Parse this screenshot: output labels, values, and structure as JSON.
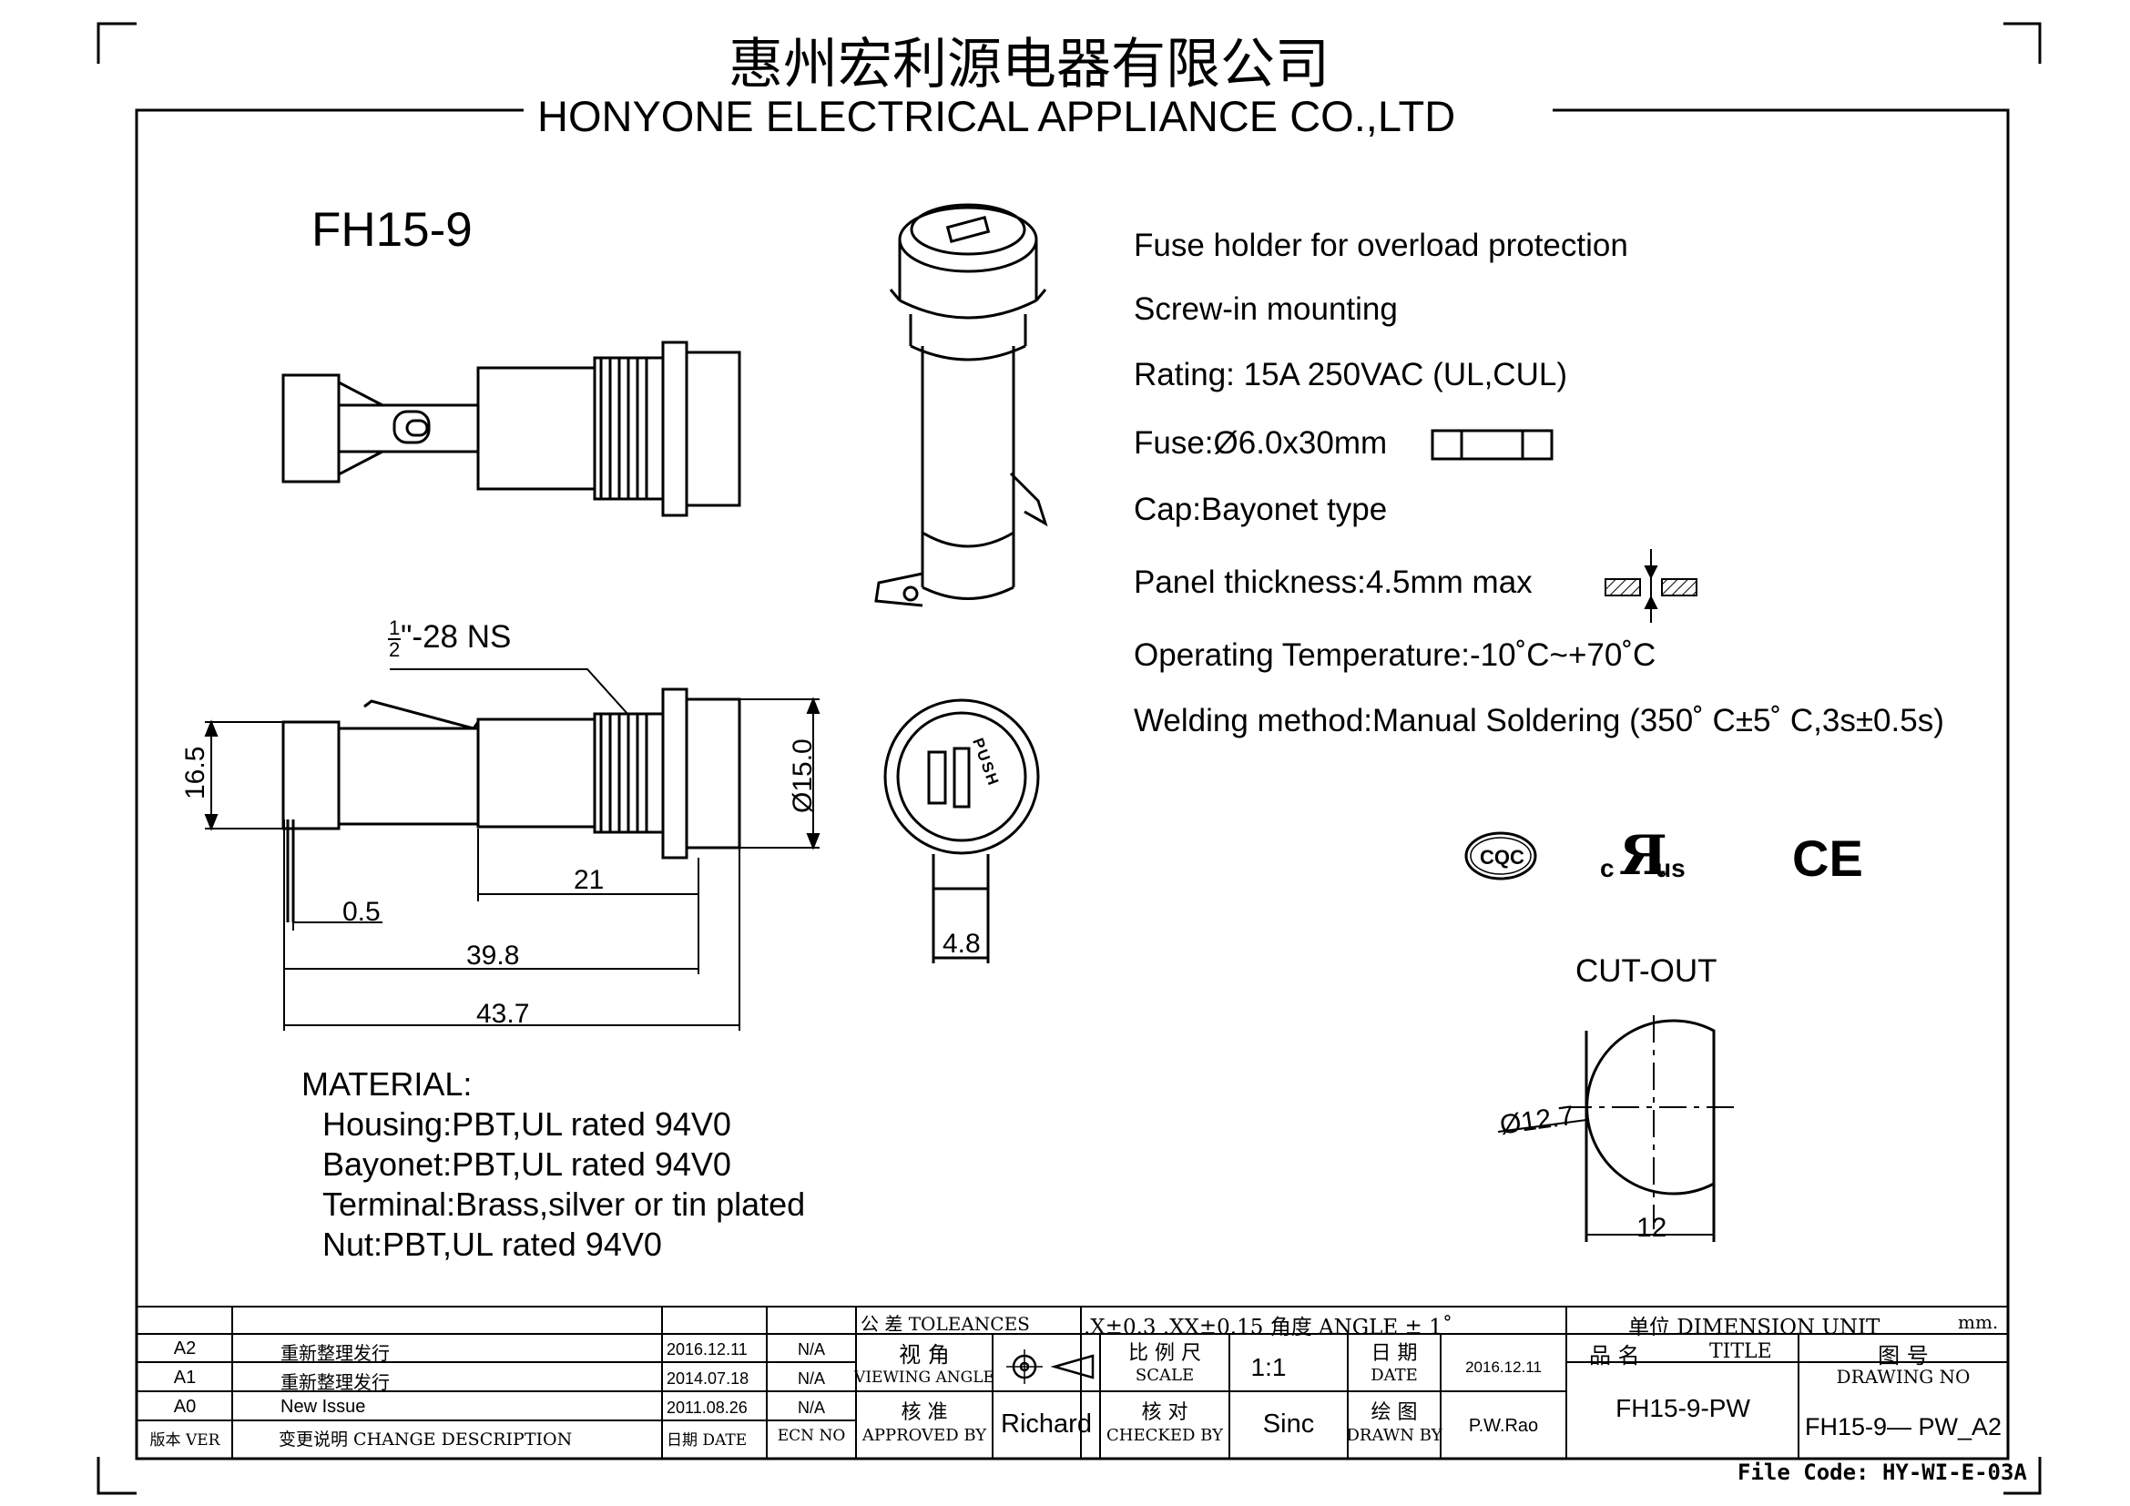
{
  "header": {
    "company_cn": "惠州宏利源电器有限公司",
    "company_en": "HONYONE ELECTRICAL APPLIANCE  CO.,LTD"
  },
  "model": "FH15-9",
  "specs": [
    "Fuse holder for overload protection",
    "Screw-in mounting",
    "Rating: 15A 250VAC (UL,CUL)",
    "Fuse:Ø6.0x30mm",
    "Cap:Bayonet type",
    "Panel thickness:4.5mm max",
    "Operating Temperature:-10˚C~+70˚C",
    "Welding method:Manual Soldering (350˚ C±5˚ C,3s±0.5s)"
  ],
  "cert": {
    "cqc": "CQC",
    "ul_c": "c",
    "ul_us": "us",
    "ce": "CE"
  },
  "dims": {
    "thread_num": "1",
    "thread_den": "2",
    "thread_rest": "\"-28 NS",
    "d165": "16.5",
    "d05": "0.5",
    "d21": "21",
    "d398": "39.8",
    "d437": "43.7",
    "d150": "Ø15.0",
    "d48": "4.8",
    "push": "PUSH"
  },
  "cutout": {
    "title": "CUT-OUT",
    "dia": "Ø12.7",
    "width": "12"
  },
  "material": {
    "title": "MATERIAL:",
    "items": [
      "Housing:PBT,UL rated 94V0",
      "Bayonet:PBT,UL rated 94V0",
      "Terminal:Brass,silver or tin plated",
      "Nut:PBT,UL rated 94V0"
    ]
  },
  "titleblock": {
    "tol_label": "公 差  TOLEANCES",
    "tol_value": ".X±0.3  .XX±0.15  角度 ANGLE ± 1˚",
    "unit_label": "单位   DIMENSION UNIT",
    "unit_value": "mm.",
    "rev_rows": [
      {
        "ver": "A2",
        "desc": "重新整理发行",
        "date": "2016.12.11",
        "ecn": "N/A"
      },
      {
        "ver": "A1",
        "desc": "重新整理发行",
        "date": "2014.07.18",
        "ecn": "N/A"
      },
      {
        "ver": "A0",
        "desc": "New Issue",
        "date": "2011.08.26",
        "ecn": "N/A"
      }
    ],
    "rev_header": {
      "ver": "版本 VER",
      "desc": "变更说明  CHANGE DESCRIPTION",
      "date": "日期 DATE",
      "ecn": "ECN NO"
    },
    "viewing_cn": "视 角",
    "viewing_en": "VIEWING ANGLE",
    "approved_cn": "核 准",
    "approved_en": "APPROVED BY",
    "approved_name": "Richard",
    "scale_cn": "比 例 尺",
    "scale_en": "SCALE",
    "scale_value": "1:1",
    "checked_cn": "核 对",
    "checked_en": "CHECKED BY",
    "checked_name": "Sinc",
    "date_cn": "日  期",
    "date_en": "DATE",
    "date_value": "2016.12.11",
    "drawn_cn": "绘  图",
    "drawn_en": "DRAWN BY",
    "drawn_name": "P.W.Rao",
    "title_cn": "品  名",
    "title_en": "TITLE",
    "title_value": "FH15-9-PW",
    "dwg_cn": "图  号",
    "dwg_en": "DRAWING NO",
    "dwg_value": "FH15-9— PW_A2"
  },
  "file_code": "File Code: HY-WI-E-03A"
}
